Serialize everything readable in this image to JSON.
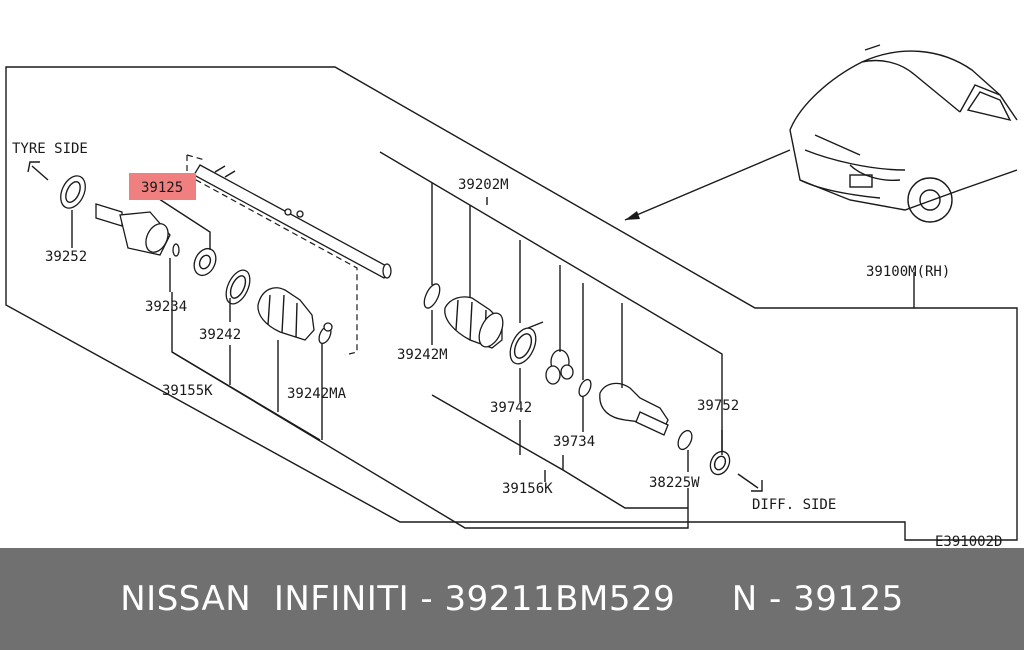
{
  "diagram": {
    "side_labels": {
      "tyre_side": "TYRE SIDE",
      "diff_side": "DIFF. SIDE"
    },
    "highlighted_part": "39125",
    "highlight_color": "#f08080",
    "part_labels": {
      "p39252": "39252",
      "p39234": "39234",
      "p39242": "39242",
      "p39155k": "39155K",
      "p39242ma": "39242MA",
      "p39202m": "39202M",
      "p39242m": "39242M",
      "p39742": "39742",
      "p39734": "39734",
      "p39156k": "39156K",
      "p38225w": "38225W",
      "p39752": "39752",
      "p39100m": "39100M(RH)"
    },
    "diagram_code": "E391002D"
  },
  "footer": {
    "caption": "NISSAN  INFINITI - 39211BM529     N - 39125",
    "background": "#707070"
  }
}
